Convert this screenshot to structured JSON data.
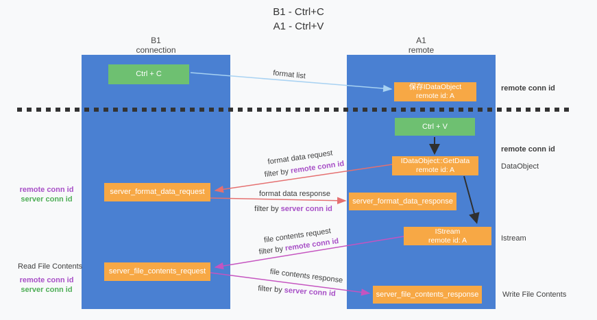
{
  "title": {
    "line1": "B1 - Ctrl+C",
    "line2": "A1 - Ctrl+V"
  },
  "lifelines": {
    "b1": {
      "name": "B1",
      "subtitle": "connection"
    },
    "a1": {
      "name": "A1",
      "subtitle": "remote"
    }
  },
  "nodes": {
    "ctrl_c": {
      "label": "Ctrl + C"
    },
    "save_idataobject": {
      "line1": "保存IDataObject",
      "line2": "remote id: A"
    },
    "ctrl_v": {
      "label": "Ctrl + V"
    },
    "getdata": {
      "line1": "IDataObject::GetData",
      "line2": "remote id: A"
    },
    "server_format_data_request": {
      "label": "server_format_data_request"
    },
    "server_format_data_response": {
      "label": "server_format_data_response"
    },
    "istream": {
      "line1": "IStream",
      "line2": "remote id: A"
    },
    "server_file_contents_request": {
      "label": "server_file_contents_request"
    },
    "server_file_contents_response": {
      "label": "server_file_contents_response"
    }
  },
  "edge_labels": {
    "format_list": "format list",
    "format_data_request": "format data request",
    "format_data_response": "format data response",
    "file_contents_request": "file contents request",
    "file_contents_response": "file contents response",
    "filter_by": "filter by ",
    "remote_conn_id": "remote conn id",
    "server_conn_id": "server conn id"
  },
  "side_labels": {
    "left": {
      "remote_conn_id": "remote conn id",
      "server_conn_id": "server conn id",
      "read_file_contents": "Read File Contents"
    },
    "right": {
      "remote_conn_id": "remote conn id",
      "dataobject": "DataObject",
      "istream": "Istream",
      "write_file_contents": "Write File Contents"
    }
  },
  "colors": {
    "lifeline_blue": "#4a80d2",
    "node_green": "#6ec071",
    "node_orange": "#f7a845",
    "arrow_lightblue": "#a8d2f2",
    "arrow_black": "#2f2f2f",
    "arrow_red": "#e57070",
    "arrow_magenta": "#c554c0",
    "text_purple": "#a74fc6",
    "text_green": "#4fae57",
    "dashed_line": "#333333"
  }
}
